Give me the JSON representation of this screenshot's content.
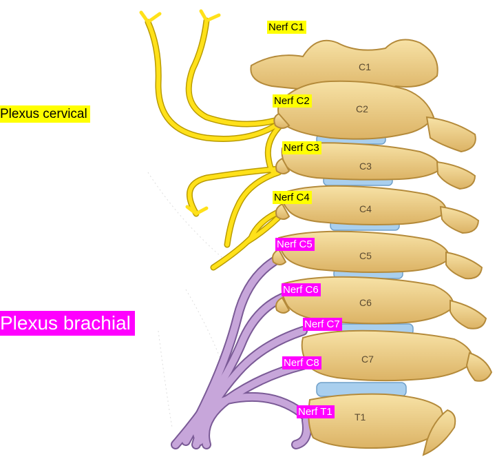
{
  "groups": {
    "cervical": "Plexus cervical",
    "brachial": "Plexus brachial"
  },
  "nerves": [
    "Nerf C1",
    "Nerf C2",
    "Nerf C3",
    "Nerf C4",
    "Nerf C5",
    "Nerf C6",
    "Nerf C7",
    "Nerf C8",
    "Nerf T1"
  ],
  "vertebrae": [
    "C1",
    "C2",
    "C3",
    "C4",
    "C5",
    "C6",
    "C7",
    "T1"
  ],
  "colors": {
    "cervical_label_bg": "#ffff00",
    "brachial_label_bg": "#ff00ff",
    "cervical_nerve": "#ffe000",
    "brachial_nerve": "#b08cc8",
    "bone": "#f0d28a",
    "bone_shadow": "#c9a55a",
    "disc": "#9fc7e8"
  }
}
